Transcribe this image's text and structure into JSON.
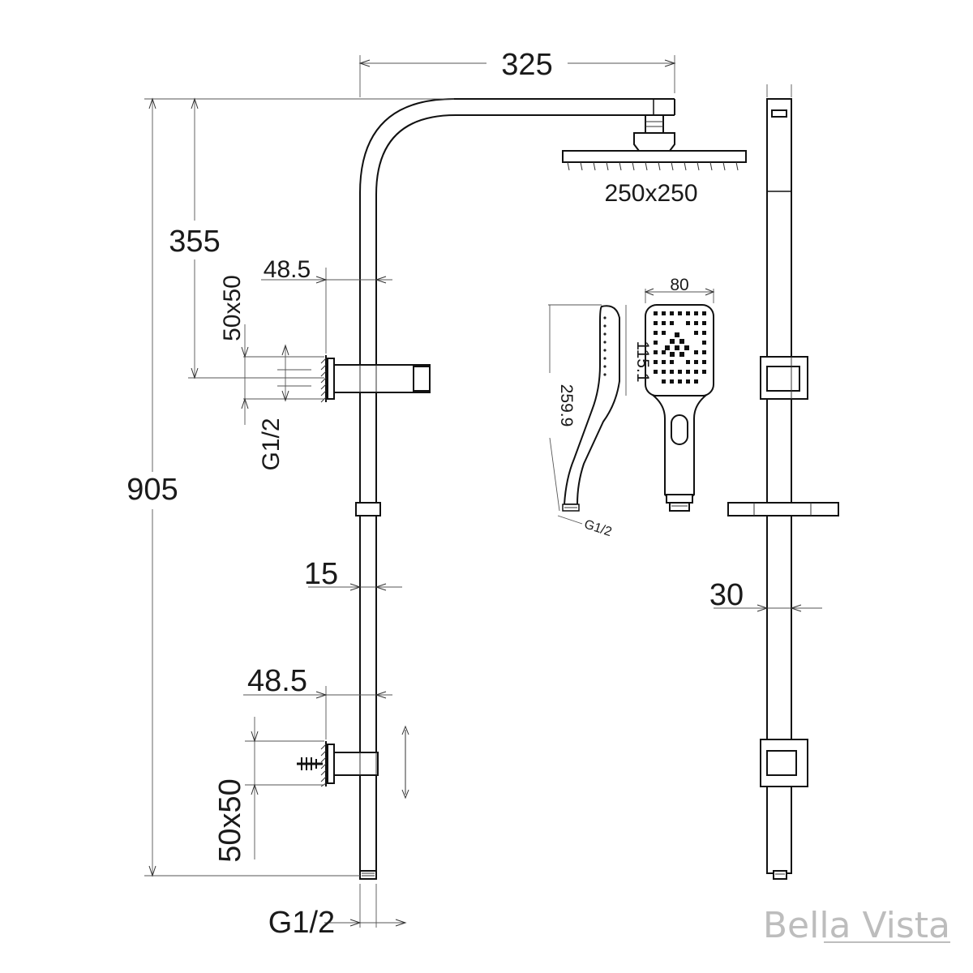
{
  "dimensions": {
    "arm_reach": "325",
    "head_size": "250x250",
    "arm_height": "355",
    "total_height": "905",
    "holder_offset_top": "48.5",
    "holder_offset_bottom": "48.5",
    "bracket_top": "50x50",
    "bracket_bottom": "50x50",
    "thread_top": "G1/2",
    "thread_bottom": "G1/2",
    "thread_handset": "G1/2",
    "rail_diameter": "15",
    "side_depth": "30",
    "handset_length": "259.9",
    "handset_width": "80",
    "handset_face_height": "115.1"
  },
  "brand": {
    "name": "Bella Vista",
    "color": "#bdbdbd"
  }
}
